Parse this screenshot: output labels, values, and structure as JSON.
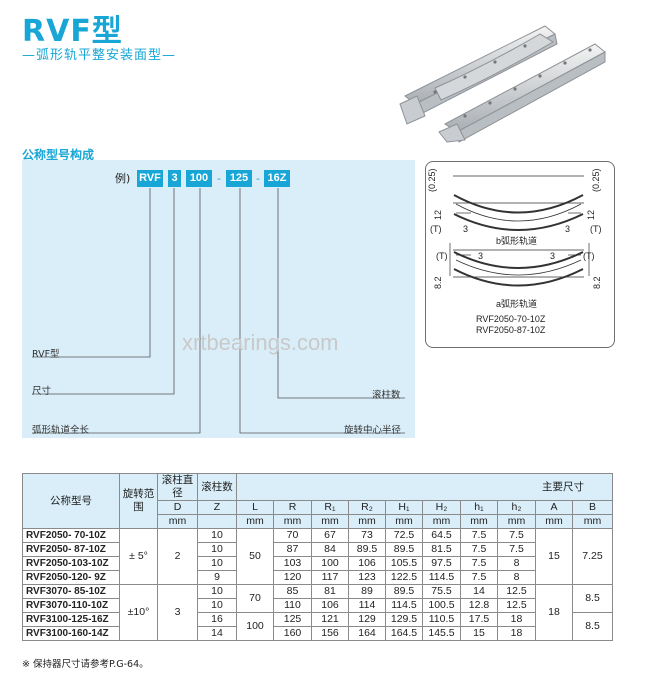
{
  "header": {
    "title": "RVF型",
    "subtitle": "—弧形轨平整安装面型—"
  },
  "model_section": {
    "title": "公称型号构成",
    "example_label": "例)",
    "codes": [
      "RVF",
      "3",
      "100",
      "125",
      "16Z"
    ],
    "dash": "-",
    "labels": {
      "series": "RVF型",
      "size": "尺寸",
      "full_length": "弧形轨道全长",
      "rollers": "滚柱数",
      "radius": "旋转中心半径"
    }
  },
  "diagram": {
    "dims_top": [
      "(0.25)",
      "(0.25)"
    ],
    "dims_t": [
      "(T)",
      "(T)",
      "(T)",
      "(T)"
    ],
    "dim_3": "3",
    "dim_12": "12",
    "dim_8_2": "8.2",
    "b_label": "b弧形轨道",
    "a_label": "a弧形轨道",
    "models": [
      "RVF2050-70-10Z",
      "RVF2050-87-10Z"
    ]
  },
  "watermark": "xrtbearings.com",
  "table": {
    "headers": {
      "model": "公称型号",
      "range": "旋转范围",
      "dia": "滚柱直径",
      "dia_sym": "D",
      "count": "滚柱数",
      "count_sym": "Z",
      "main_dims": "主要尺寸",
      "cols": [
        "L",
        "R",
        "R₁",
        "R₂",
        "H₁",
        "H₂",
        "h₁",
        "h₂",
        "A",
        "B"
      ],
      "unit": "mm"
    },
    "rows": [
      {
        "model": "RVF2050- 70-10Z",
        "z": "10",
        "r": "70",
        "r1": "67",
        "r2": "73",
        "h1": "72.5",
        "h2": "64.5",
        "hh1": "7.5",
        "hh2": "7.5"
      },
      {
        "model": "RVF2050- 87-10Z",
        "z": "10",
        "r": "87",
        "r1": "84",
        "r2": "89.5",
        "h1": "89.5",
        "h2": "81.5",
        "hh1": "7.5",
        "hh2": "7.5"
      },
      {
        "model": "RVF2050-103-10Z",
        "z": "10",
        "r": "103",
        "r1": "100",
        "r2": "106",
        "h1": "105.5",
        "h2": "97.5",
        "hh1": "7.5",
        "hh2": "8"
      },
      {
        "model": "RVF2050-120- 9Z",
        "z": "9",
        "r": "120",
        "r1": "117",
        "r2": "123",
        "h1": "122.5",
        "h2": "114.5",
        "hh1": "7.5",
        "hh2": "8"
      },
      {
        "model": "RVF3070- 85-10Z",
        "z": "10",
        "r": "85",
        "r1": "81",
        "r2": "89",
        "h1": "89.5",
        "h2": "75.5",
        "hh1": "14",
        "hh2": "12.5"
      },
      {
        "model": "RVF3070-110-10Z",
        "z": "10",
        "r": "110",
        "r1": "106",
        "r2": "114",
        "h1": "114.5",
        "h2": "100.5",
        "hh1": "12.8",
        "hh2": "12.5"
      },
      {
        "model": "RVF3100-125-16Z",
        "z": "16",
        "r": "125",
        "r1": "121",
        "r2": "129",
        "h1": "129.5",
        "h2": "110.5",
        "hh1": "17.5",
        "hh2": "18"
      },
      {
        "model": "RVF3100-160-14Z",
        "z": "14",
        "r": "160",
        "r1": "156",
        "r2": "164",
        "h1": "164.5",
        "h2": "145.5",
        "hh1": "15",
        "hh2": "18"
      }
    ],
    "groups": {
      "range_a": "± 5°",
      "range_b": "±10°",
      "dia_a": "2",
      "dia_b": "3",
      "L_a": "50",
      "L_b": "70",
      "L_c": "100",
      "A_a": "15",
      "A_b": "18",
      "B_a": "7.25",
      "B_b": "8.5",
      "B_c": "8.5"
    }
  },
  "footnote": "※ 保持器尺寸请参考P.G-64。",
  "colors": {
    "accent": "#17a6d6",
    "panel": "#d9eef9"
  }
}
